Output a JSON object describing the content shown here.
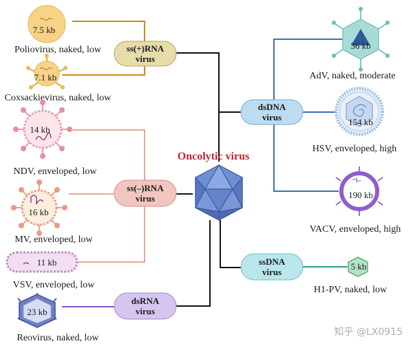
{
  "center": {
    "title": "Oncolytic virus"
  },
  "categories": {
    "ss_plus_rna": {
      "line1": "ss(+)RNA",
      "line2": "virus"
    },
    "ss_minus_rna": {
      "line1": "ss(–)RNA",
      "line2": "virus"
    },
    "ds_rna": {
      "line1": "dsRNA",
      "line2": "virus"
    },
    "ds_dna": {
      "line1": "dsDNA",
      "line2": "virus"
    },
    "ss_dna": {
      "line1": "ssDNA",
      "line2": "virus"
    }
  },
  "viruses": {
    "poliovirus": {
      "size": "7.5 kb",
      "label": "Poliovirus, naked, low"
    },
    "coxsackievirus": {
      "size": "7.1 kb",
      "label": "Coxsackievirus, naked, low"
    },
    "ndv": {
      "size": "14 kb",
      "label": "NDV, enveloped, low"
    },
    "mv": {
      "size": "16 kb",
      "label": "MV, enveloped, low"
    },
    "vsv": {
      "size": "11 kb",
      "label": "VSV, enveloped, low"
    },
    "reovirus": {
      "size": "23 kb",
      "label": "Reovirus, naked, low"
    },
    "adv": {
      "size": "36 kb",
      "label": "AdV, naked, moderate"
    },
    "hsv": {
      "size": "154 kb",
      "label": "HSV, enveloped, high"
    },
    "vacv": {
      "size": "190 kb",
      "label": "VACV, enveloped, high"
    },
    "h1pv": {
      "size": "5 kb",
      "label": "H1-PV, naked, low"
    }
  },
  "watermark": "知乎 @LX0915",
  "colors": {
    "title_red": "#c0282d",
    "ss_plus_fill": "#e8dcaa",
    "ss_minus_fill": "#f2c6c0",
    "ds_rna_fill": "#d6c6ef",
    "ds_dna_fill": "#bcdcf2",
    "ss_dna_fill": "#b9e6ea",
    "orange_line": "#c98a1c",
    "salmon_line": "#eba597",
    "purple_line": "#8a4fc2",
    "blue_line": "#3b6fb8",
    "teal_line": "#2e9a8e"
  }
}
